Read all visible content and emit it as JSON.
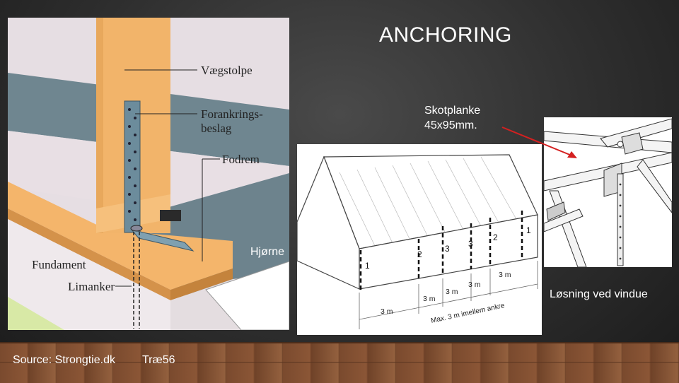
{
  "slide": {
    "title": "ANCHORING",
    "label_skotplanke": "Skotplanke",
    "label_skotplanke_size": "45x95mm.",
    "label_hjorne": "Hjørne",
    "label_vindue": "Løsning ved vindue",
    "source": "Source: Strongtie.dk",
    "trae": "Træ56"
  },
  "detail": {
    "vaegstolpe": "Vægstolpe",
    "forankring_1": "Forankrings-",
    "forankring_2": "beslag",
    "fodrem": "Fodrem",
    "fundament": "Fundament",
    "limanker": "Limanker"
  },
  "house": {
    "distances": [
      "3 m",
      "3 m",
      "3 m",
      "3 m",
      "3 m"
    ],
    "max_note": "Max. 3 m imellem ankre",
    "numbers": [
      "1",
      "2",
      "3",
      "3",
      "2",
      "1"
    ]
  },
  "colors": {
    "wood": "#f2b46a",
    "concrete_wall": "#e5dde2",
    "membrane": "#6f8690",
    "bracket": "#6c8c9c",
    "grass": "#d6e8a4",
    "arrow": "#d42020"
  }
}
